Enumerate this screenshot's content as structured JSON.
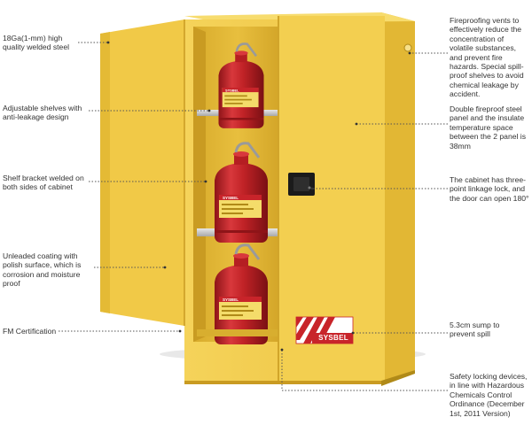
{
  "features": {
    "left": [
      {
        "id": "steel",
        "text": "18Ga(1-mm) high quality welded steel"
      },
      {
        "id": "shelves",
        "text": "Adjustable shelves with anti-leakage design"
      },
      {
        "id": "bracket",
        "text": "Shelf bracket welded on both sides of cabinet"
      },
      {
        "id": "coating",
        "text": "Unleaded coating with polish surface, which is corrosion and moisture proof"
      },
      {
        "id": "fm",
        "text": "FM Certification"
      }
    ],
    "right": [
      {
        "id": "vents",
        "text": "Fireproofing vents to effectively reduce the concentration of volatile substances, and prevent fire hazards. Special spill-proof shelves to avoid chemical leakage by accident."
      },
      {
        "id": "panel",
        "text": "Double fireproof steel panel and the insulate temperature space between the 2 panel is 38mm"
      },
      {
        "id": "lock",
        "text": "The cabinet has three-point linkage lock, and the door can open 180°"
      },
      {
        "id": "sump",
        "text": "5.3cm sump to prevent spill"
      },
      {
        "id": "safety",
        "text": "Safety locking devices, in line with Hazardous Chemicals Control Ordinance (December 1st, 2011 Version)"
      }
    ]
  },
  "product": {
    "brand": "SYSBEL",
    "can_label": "SYSBEL"
  },
  "colors": {
    "cabinet": "#f2cc4a",
    "cabinet_dark": "#d9ad2a",
    "can_red": "#c8242a",
    "label_yellow": "#f4dc6a",
    "leader": "#555555"
  }
}
